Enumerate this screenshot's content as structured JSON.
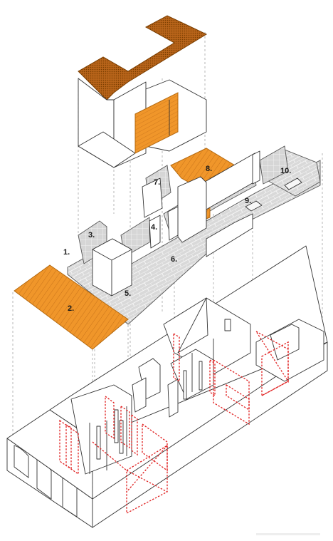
{
  "labels": {
    "l1": "1.",
    "l2": "2.",
    "l3": "3.",
    "l4": "4.",
    "l5": "5.",
    "l6": "6.",
    "l7": "7.",
    "l8": "8.",
    "l9": "9.",
    "l10": "10."
  },
  "colors": {
    "wood": "#f0962a",
    "tile": "#d9d9d9",
    "roof": "#b8641a",
    "red_dash": "#e02020"
  }
}
